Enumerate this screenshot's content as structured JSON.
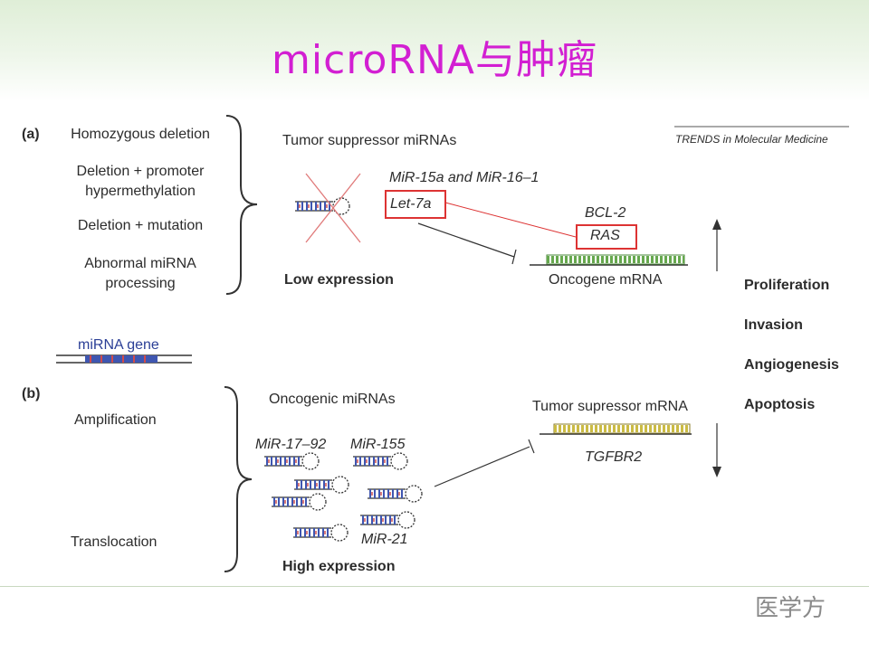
{
  "slide": {
    "title": "microRNA与肿瘤",
    "watermark": "医学方"
  },
  "diagram": {
    "source_label": "TRENDS in Molecular Medicine",
    "panel_a": {
      "label": "(a)",
      "mechanisms": [
        "Homozygous deletion",
        "Deletion + promoter\nhypermethylation",
        "Deletion + mutation",
        "Abnormal miRNA\nprocessing"
      ],
      "mirna_group": "Tumor suppressor miRNAs",
      "mirna_names": "MiR-15a and MiR-16–1",
      "highlighted_mirna": "Let-7a",
      "expression": "Low expression",
      "targets": [
        "BCL-2",
        "RAS"
      ],
      "target_label": "Oncogene mRNA"
    },
    "gene_label": "miRNA gene",
    "panel_b": {
      "label": "(b)",
      "mechanisms": [
        "Amplification",
        "Translocation"
      ],
      "mirna_group": "Oncogenic miRNAs",
      "mirnas": [
        "MiR-17–92",
        "MiR-155",
        "MiR-21"
      ],
      "expression": "High expression",
      "target_group": "Tumor supressor mRNA",
      "target": "TGFBR2"
    },
    "outcomes": [
      "Proliferation",
      "Invasion",
      "Angiogenesis",
      "Apoptosis"
    ]
  }
}
